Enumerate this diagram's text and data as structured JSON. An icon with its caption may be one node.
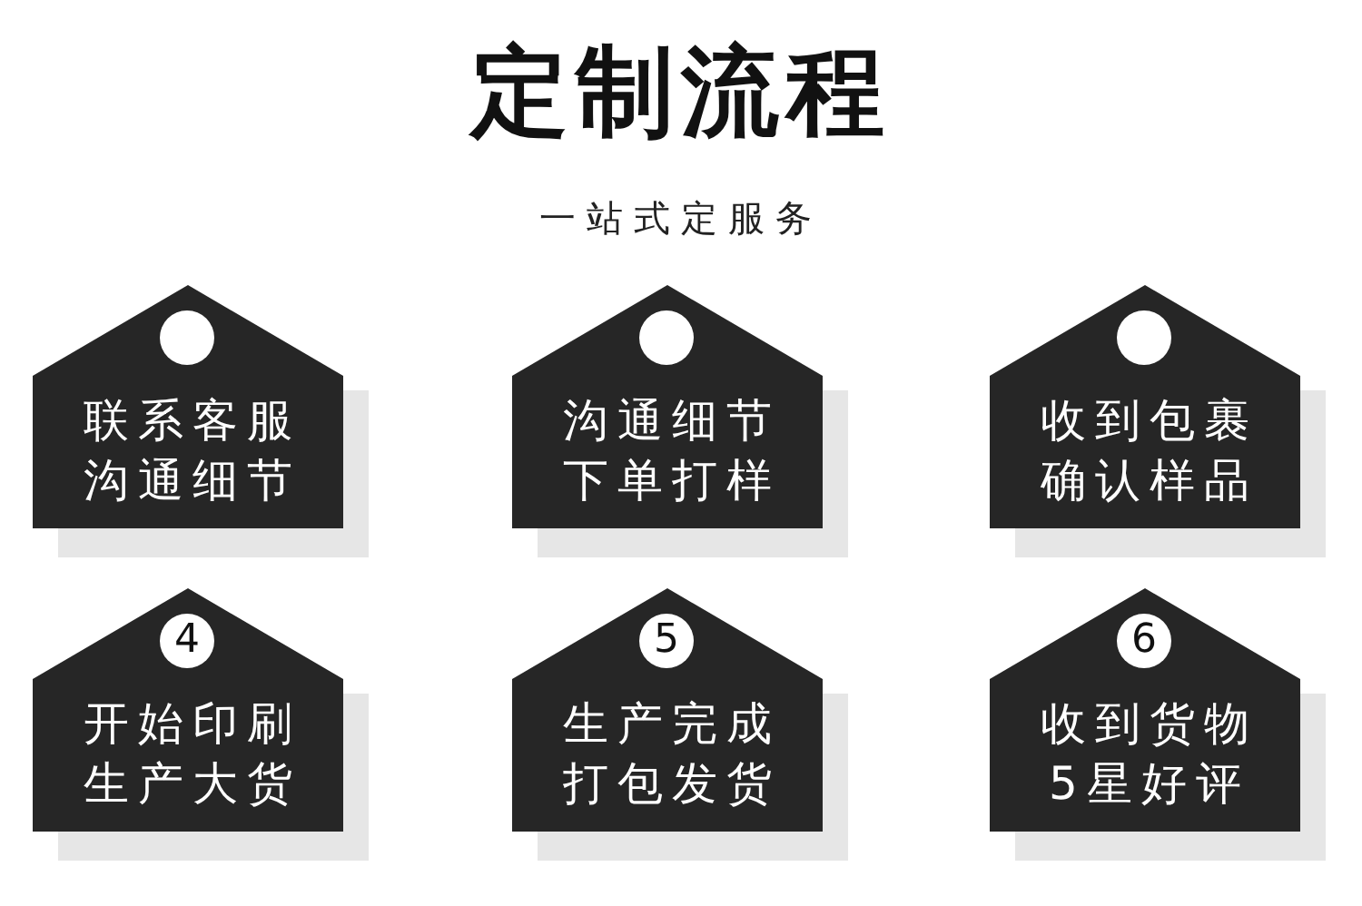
{
  "diagram": {
    "title": "定制流程",
    "nodes": [
      {
        "text": [
          "联系客服",
          "沟通细节"
        ]
      },
      {
        "text": [],
        "shape": "circle",
        "in": 0
      },
      {
        "text": [
          "沟通细节",
          "下单打样"
        ]
      },
      {
        "text": [],
        "shape": "circle",
        "in": 2
      },
      {
        "text": [
          "收到包裹",
          "确认样品"
        ]
      },
      {
        "text": [],
        "shape": "circle",
        "in": 4
      },
      {
        "text": [
          "开始印刷",
          "生产大货"
        ]
      },
      {
        "text": [
          "4"
        ],
        "in": 6
      },
      {
        "text": [
          "生产完成",
          "打包发货"
        ]
      },
      {
        "text": [
          "5"
        ],
        "in": 8
      },
      {
        "text": [
          "收到货物",
          "5星好评"
        ]
      },
      {
        "text": [
          "6"
        ],
        "in": 10
      }
    ],
    "labels": [
      "一站式定服务"
    ]
  }
}
